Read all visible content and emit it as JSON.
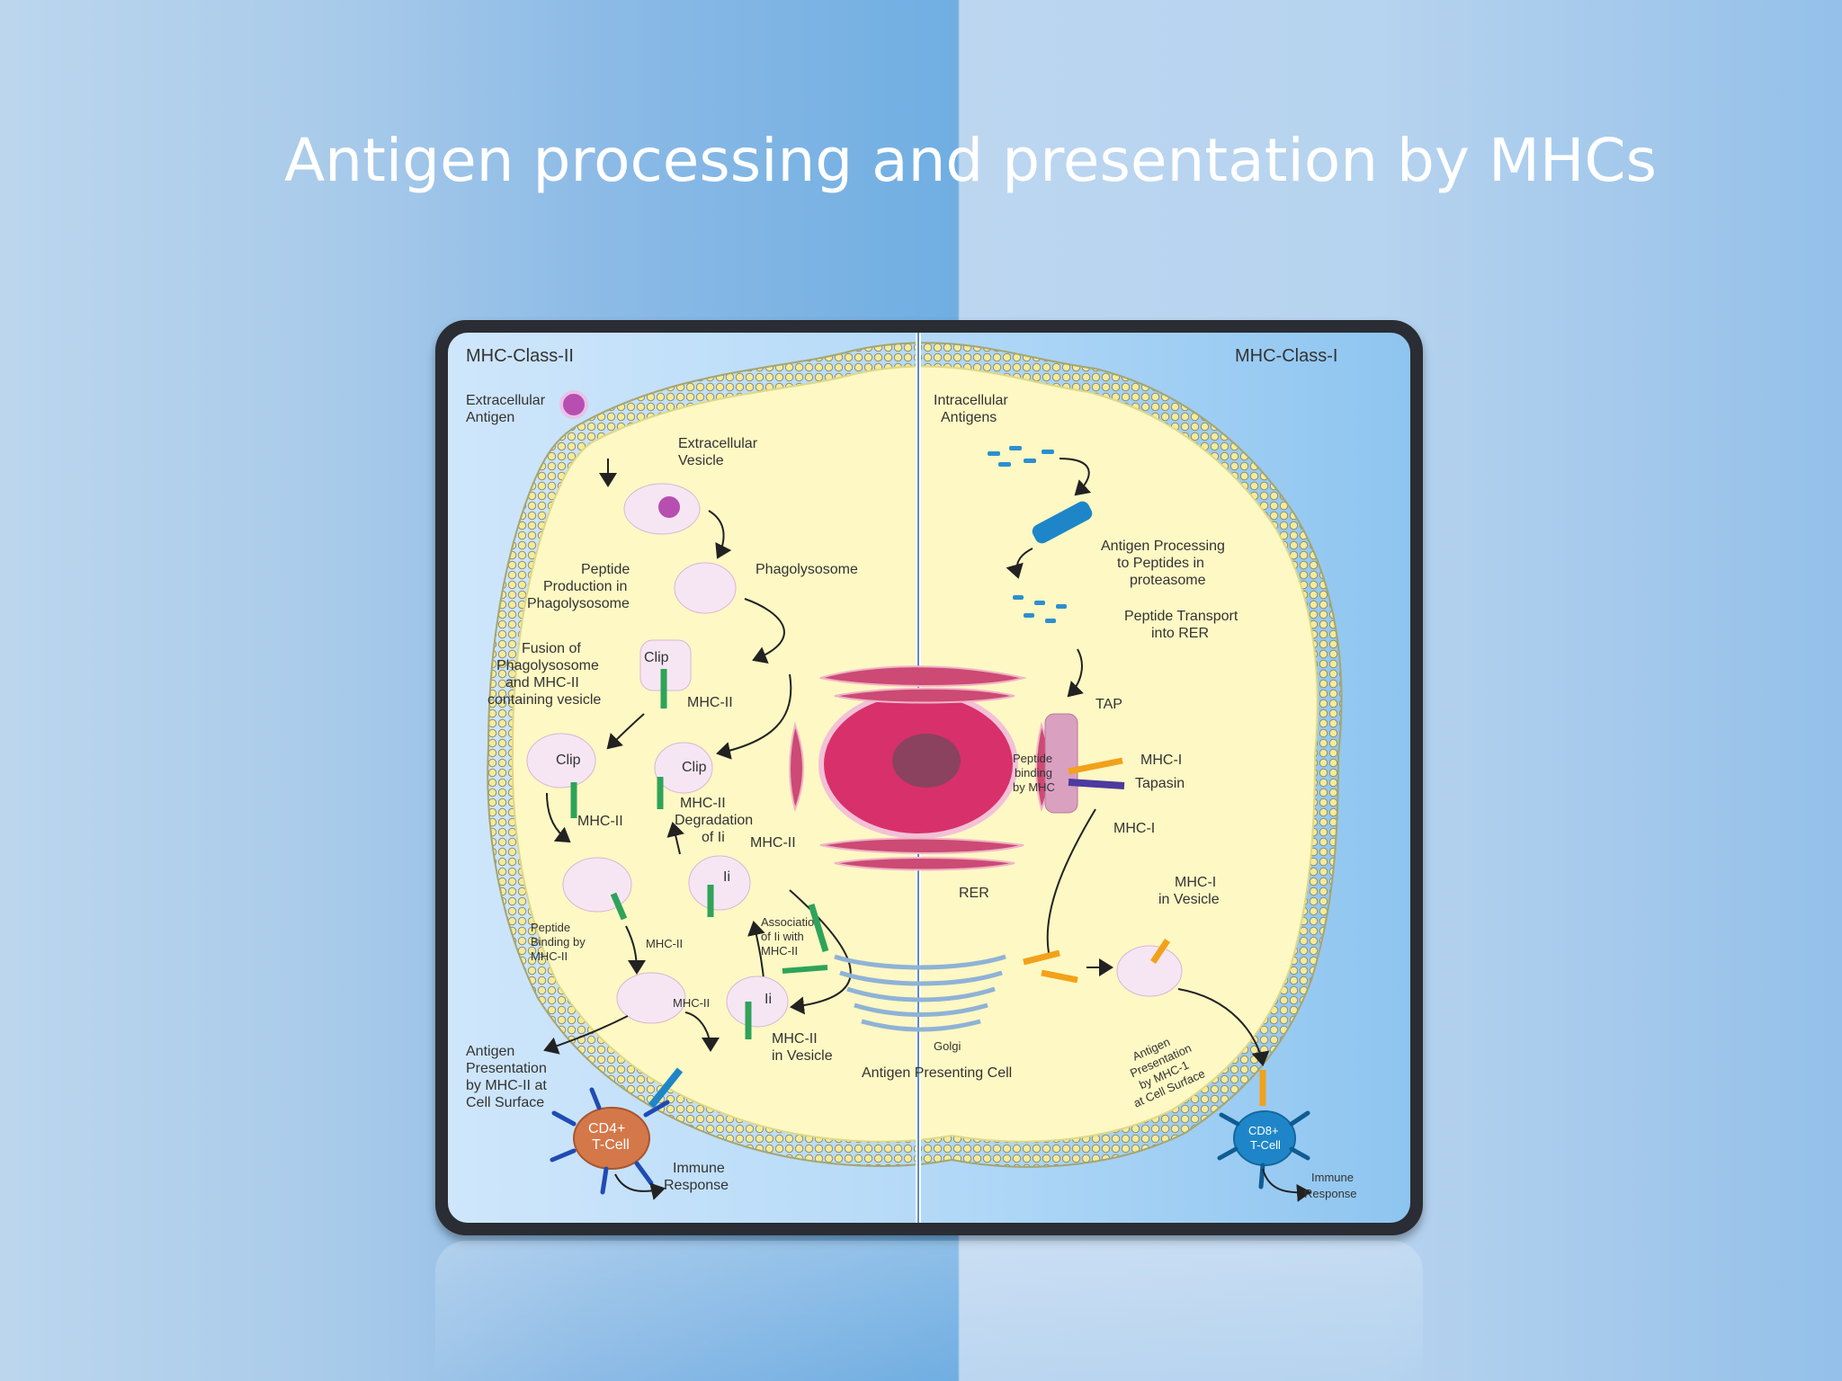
{
  "title": "Antigen processing and presentation by MHCs",
  "diagram": {
    "class_ii_header": "MHC-Class-II",
    "class_i_header": "MHC-Class-I",
    "extracellular_antigen": [
      "Extracellular",
      "Antigen"
    ],
    "extracellular_vesicle": [
      "Extracellular",
      "Vesicle"
    ],
    "phagolysosome": "Phagolysosome",
    "peptide_production": [
      "Peptide",
      "Production in",
      "Phagolysosome"
    ],
    "fusion": [
      "Fusion of",
      "Phagolysosome",
      "and MHC-II",
      "containing vesicle"
    ],
    "clip": "Clip",
    "mhc_ii": "MHC-II",
    "degradation": [
      "MHC-II",
      "Degradation",
      "of Ii"
    ],
    "ii": "Ii",
    "peptide_binding_ii": [
      "Peptide",
      "Binding by",
      "MHC-II"
    ],
    "association": [
      "Association",
      "of Ii with",
      "MHC-II"
    ],
    "mhc_ii_vesicle": [
      "MHC-II",
      "in Vesicle"
    ],
    "antigen_presentation_ii": [
      "Antigen",
      "Presentation",
      "by MHC-II at",
      "Cell Surface"
    ],
    "cd4": [
      "CD4+",
      "T-Cell"
    ],
    "immune_response": [
      "Immune",
      "Response"
    ],
    "intracellular_antigens": [
      "Intracellular",
      "Antigens"
    ],
    "proteasome_processing": [
      "Antigen Processing",
      "to Peptides in",
      "proteasome"
    ],
    "peptide_transport": [
      "Peptide Transport",
      "into RER"
    ],
    "tap": "TAP",
    "peptide_binding_mhc": [
      "Peptide",
      "binding",
      "by MHC"
    ],
    "mhc_i": "MHC-I",
    "tapasin": "Tapasin",
    "rer": "RER",
    "mhc_i_vesicle": [
      "MHC-I",
      "in Vesicle"
    ],
    "golgi": "Golgi",
    "apc": "Antigen Presenting Cell",
    "antigen_presentation_i": [
      "Antigen",
      "Presentation",
      "by MHC-1",
      "at Cell Surface"
    ],
    "cd8": [
      "CD8+",
      "T-Cell"
    ]
  },
  "colors": {
    "cell_fill": "#fdf8c4",
    "membrane": "#e9de7a",
    "nucleus": "#d8306a",
    "vesicle": "#f6e6f3",
    "mhc_ii": "#2fa35a",
    "mhc_i": "#f2a11a",
    "tcell_cd4": "#d4784a",
    "tcell_cd8": "#1e86c8"
  }
}
